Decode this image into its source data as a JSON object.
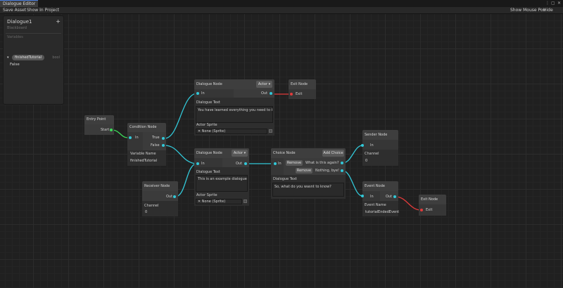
{
  "window": {
    "tab_title": "Dialogue Editor",
    "ctrl_menu": "⋮",
    "ctrl_max": "▢",
    "ctrl_close": "✕"
  },
  "toolbar": {
    "save_asset": "Save Asset",
    "show_in_project": "Show In Project",
    "show_mouse_pos": "Show Mouse Pos",
    "hide_grid": "Hide Grid"
  },
  "blackboard": {
    "title": "Dialogue1",
    "subtitle": "Blackboard",
    "add": "+",
    "section": "Variables",
    "arrow": "▾",
    "variable_name": "finishedTutorial",
    "variable_type": "bool",
    "variable_value": "False"
  },
  "colors": {
    "connection": "#32c8d8",
    "exec_connection": "#e23b3b",
    "port_green": "#3ddc5a"
  },
  "nodes": {
    "entry": {
      "title": "Entry Point",
      "port_start": "Start"
    },
    "condition": {
      "title": "Condition Node",
      "port_in": "In",
      "port_true": "True",
      "port_false": "False",
      "field_label": "Variable Name",
      "field_value": "finishedTutorial"
    },
    "dialogue1": {
      "title": "Dialogue Node",
      "dropdown": "Actor",
      "dropdown_icon": "▾",
      "port_in": "In",
      "port_out": "Out",
      "text_label": "Dialogue Text",
      "text_value": "You have learned everything you need to know!",
      "sprite_label": "Actor Sprite",
      "sprite_value": "None (Sprite)",
      "sprite_icon": "✕"
    },
    "exit1": {
      "title": "Exit Node",
      "port_exit": "Exit"
    },
    "dialogue2": {
      "title": "Dialogue Node",
      "dropdown": "Actor",
      "dropdown_icon": "▾",
      "port_in": "In",
      "port_out": "Out",
      "text_label": "Dialogue Text",
      "text_value": "This is an example dialogue",
      "sprite_label": "Actor Sprite",
      "sprite_value": "None (Sprite)",
      "sprite_icon": "✕"
    },
    "receiver": {
      "title": "Receiver Node",
      "port_out": "Out",
      "field_label": "Channel",
      "field_value": "0"
    },
    "choice": {
      "title": "Choice Node",
      "add_button": "Add Choice",
      "port_in": "In",
      "remove1": "Remove",
      "choice1": "What is this again?",
      "remove2": "Remove",
      "choice2": "Nothing, bye!",
      "text_label": "Dialogue Text",
      "text_value": "So, what do you wasnt to know?"
    },
    "sender": {
      "title": "Sender Node",
      "port_in": "In",
      "field_label": "Channel",
      "field_value": "0"
    },
    "event": {
      "title": "Event Node",
      "port_in": "In",
      "port_out": "Out",
      "field_label": "Event Name",
      "field_value": "tutorialEndedEvent"
    },
    "exit2": {
      "title": "Exit Node",
      "port_exit": "Exit"
    }
  }
}
